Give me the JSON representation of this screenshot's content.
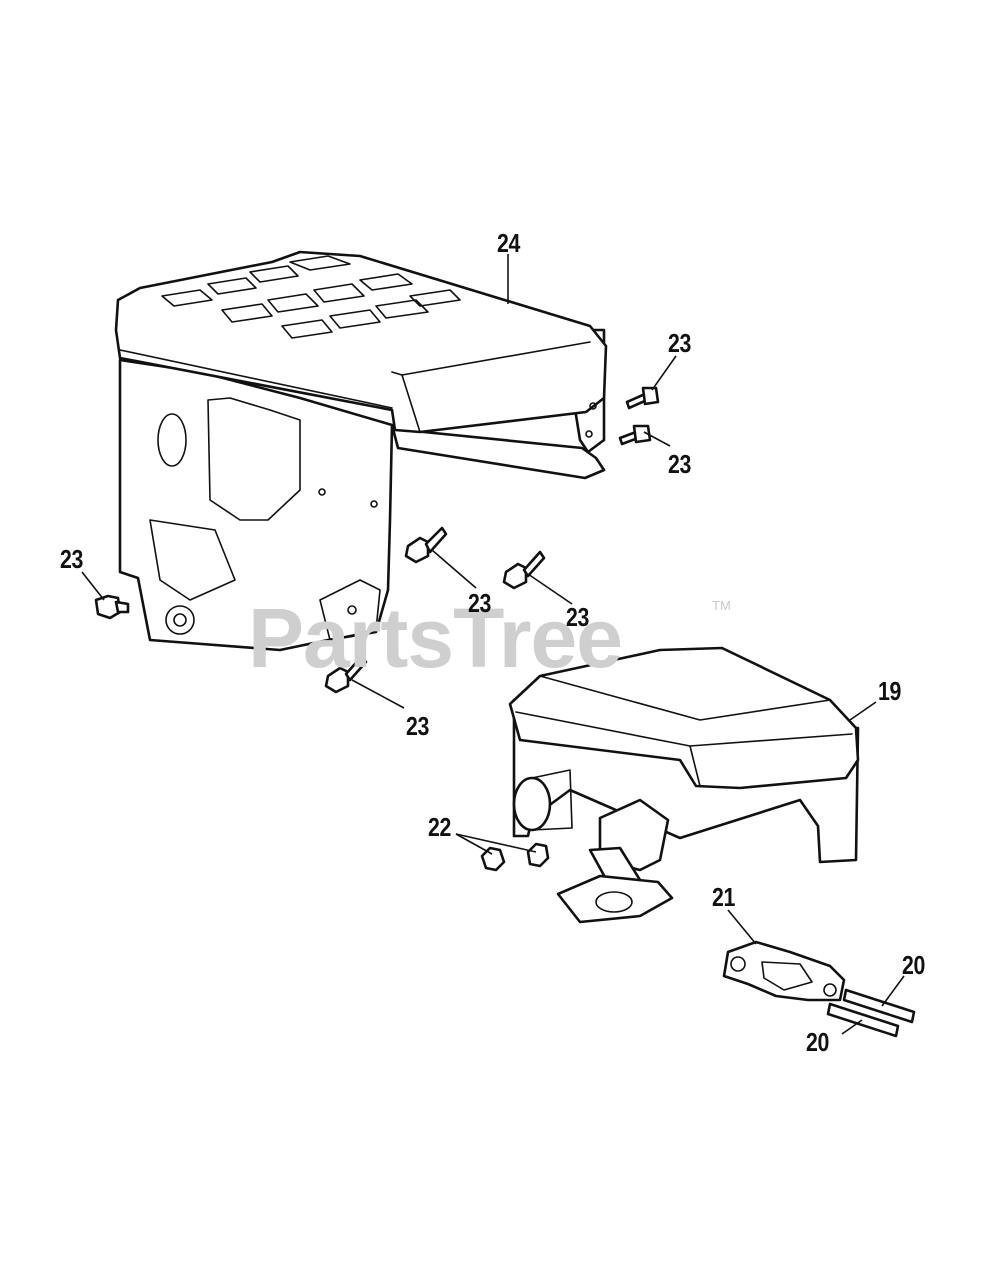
{
  "watermark": {
    "text": "PartsTree",
    "trademark": "TM"
  },
  "callouts": {
    "c24": "24",
    "c23_a": "23",
    "c23_b": "23",
    "c23_c": "23",
    "c23_d": "23",
    "c23_e": "23",
    "c23_f": "23",
    "c19": "19",
    "c22": "22",
    "c21": "21",
    "c20_a": "20",
    "c20_b": "20"
  },
  "colors": {
    "ink": "#111111",
    "watermark": "#cfcfcf",
    "background": "#ffffff"
  }
}
